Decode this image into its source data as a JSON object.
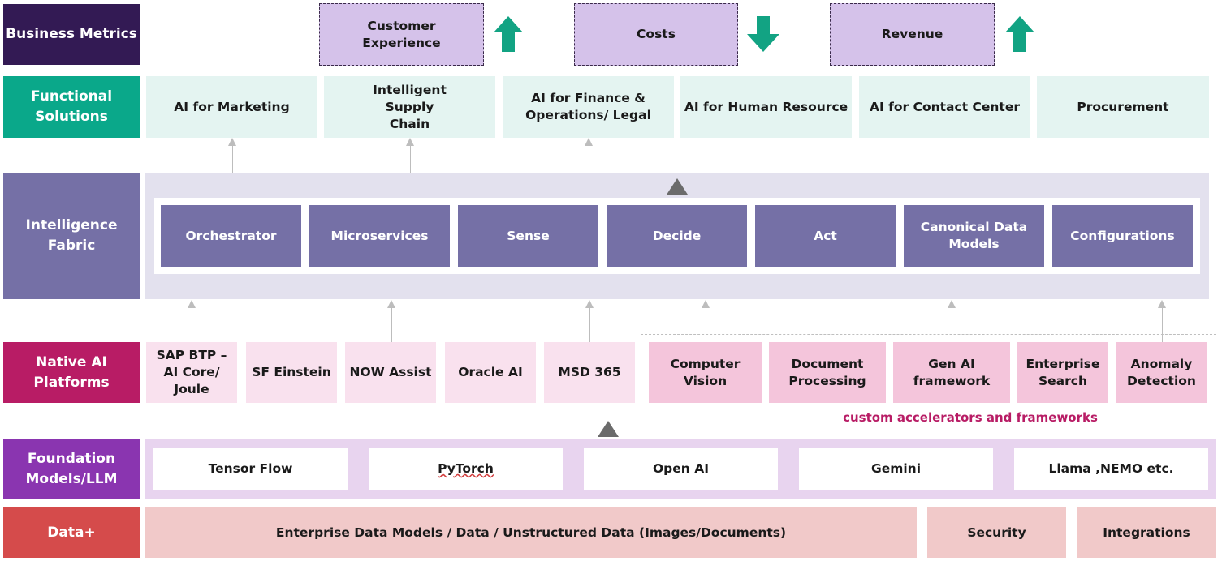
{
  "rows": {
    "business_metrics": {
      "label": "Business Metrics",
      "color": "#331a54",
      "items": [
        {
          "label": "Customer Experience",
          "trend": "up"
        },
        {
          "label": "Costs",
          "trend": "down"
        },
        {
          "label": "Revenue",
          "trend": "up"
        }
      ]
    },
    "functional_solutions": {
      "label": "Functional Solutions",
      "color": "#0aa88a",
      "items": [
        "AI for Marketing",
        "Intelligent Supply Chain",
        "AI for Finance & Operations/ Legal",
        "AI for Human Resource",
        "AI for Contact Center",
        "Procurement"
      ]
    },
    "intelligence_fabric": {
      "label": "Intelligence Fabric",
      "color": "#7570a6",
      "items": [
        "Orchestrator",
        "Microservices",
        "Sense",
        "Decide",
        "Act",
        "Canonical Data Models",
        "Configurations"
      ]
    },
    "native_ai_platforms": {
      "label": "Native AI Platforms",
      "color": "#b81c65",
      "items": [
        "SAP BTP – AI Core/ Joule",
        "SF Einstein",
        "NOW Assist",
        "Oracle AI",
        "MSD 365"
      ],
      "custom_items": [
        "Computer Vision",
        "Document Processing",
        "Gen AI framework",
        "Enterprise Search",
        "Anomaly Detection"
      ],
      "custom_caption": "custom accelerators and frameworks",
      "custom_caption_color": "#b81c65"
    },
    "foundation_models": {
      "label": "Foundation Models/LLM",
      "color": "#8a35b0",
      "items": [
        "Tensor Flow",
        "PyTorch",
        "Open AI",
        "Gemini",
        "Llama ,NEMO etc."
      ]
    },
    "data_plus": {
      "label": "Data+",
      "color": "#d54b4b",
      "items": [
        "Enterprise Data Models / Data / Unstructured Data (Images/Documents)",
        "Security",
        "Integrations"
      ]
    }
  },
  "colors": {
    "trend_arrow": "#12a383"
  }
}
